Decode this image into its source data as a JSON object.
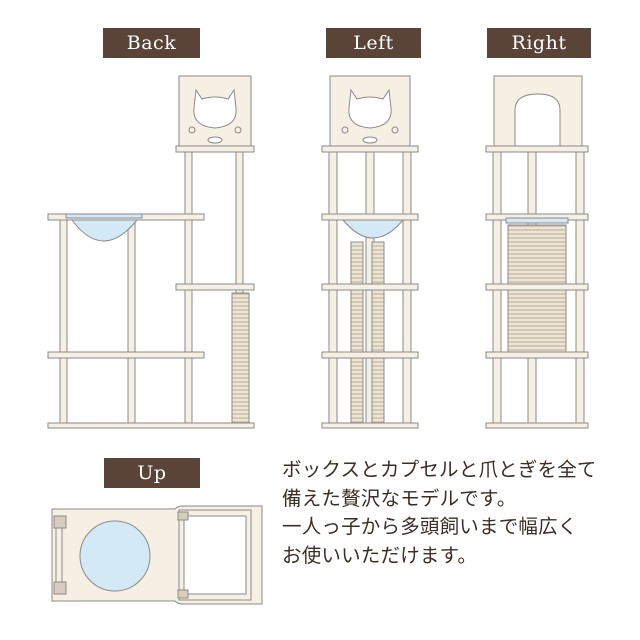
{
  "views": {
    "back": "Back",
    "left": "Left",
    "right": "Right",
    "up": "Up"
  },
  "description": {
    "line1": "ボックスとカプセルと爪とぎを全て",
    "line2": "備えた贅沢なモデルです。",
    "line3": "一人っ子から多頭飼いまで幅広く",
    "line4": "お使いいただけます。"
  },
  "colors": {
    "label_bg": "#5a4438",
    "wood": "#f6efe3",
    "outline": "#8a8a8a",
    "capsule": "#d3e9f6",
    "sisal": "#ede4d4"
  }
}
